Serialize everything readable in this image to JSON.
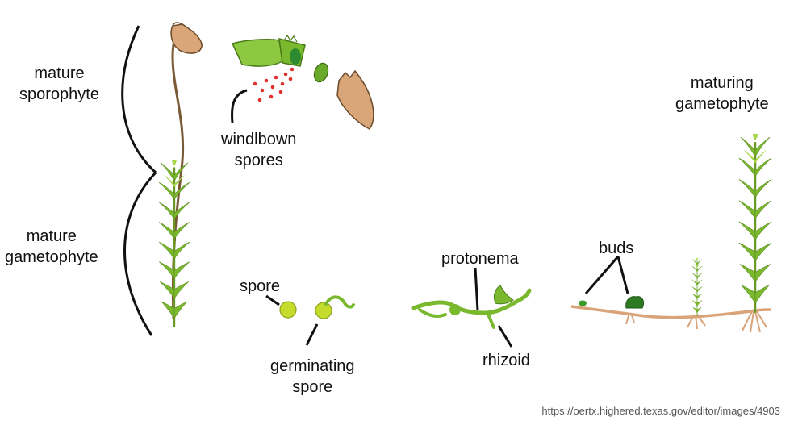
{
  "labels": {
    "mature_sporophyte": [
      "mature",
      "sporophyte"
    ],
    "windblown_spores": [
      "windlbown",
      "spores"
    ],
    "mature_gametophyte": [
      "mature",
      "gametophyte"
    ],
    "spore": "spore",
    "germinating_spore": [
      "germinating",
      "spore"
    ],
    "protonema": "protonema",
    "rhizoid": "rhizoid",
    "buds": "buds",
    "maturing_gametophyte": [
      "maturing",
      "gametophyte"
    ]
  },
  "credit": "https://oertx.highered.texas.gov/editor/images/4903",
  "colors": {
    "leaf_green": "#7ab82e",
    "leaf_light": "#a8d64a",
    "capsule_tan": "#d8a678",
    "capsule_outline": "#6b4a2a",
    "spore_red": "#e03030",
    "spore_yellow_green": "#c6dc2c",
    "rhizoid_tan": "#d9a47a",
    "line_black": "#111111"
  }
}
